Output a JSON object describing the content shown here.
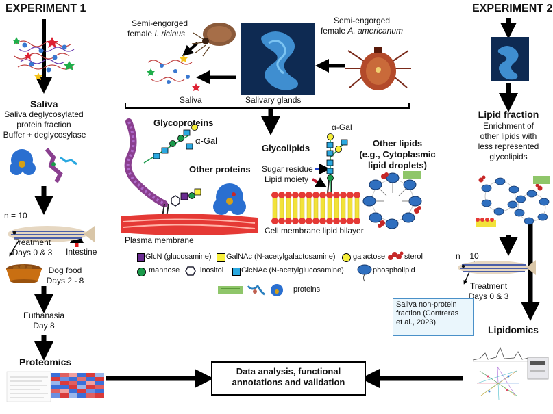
{
  "experiment1": {
    "title": "EXPERIMENT 1",
    "saliva_heading": "Saliva",
    "saliva_desc": [
      "Saliva deglycosylated",
      "protein fraction",
      "Buffer + deglycosylase"
    ],
    "n": "n = 10",
    "treatment": [
      "Treatment",
      "Days 0 & 3"
    ],
    "intestine": "Intestine",
    "dog_food": [
      "Dog food",
      "Days 2 - 8"
    ],
    "euthanasia": [
      "Euthanasia",
      "Day 8"
    ],
    "proteomics": "Proteomics"
  },
  "experiment2": {
    "title": "EXPERIMENT 2",
    "lipid_heading": "Lipid fraction",
    "lipid_desc": [
      "Enrichment of",
      "other lipids with",
      "less represented",
      "glycolipids"
    ],
    "n": "n = 10",
    "treatment": [
      "Treatment",
      "Days 0 & 3"
    ],
    "saliva_box": [
      "Saliva non-protein",
      "fraction (Contreras",
      "et al., 2023)"
    ],
    "lipidomics": "Lipidomics"
  },
  "center": {
    "tick1_label": [
      "Semi-engorged",
      "female I. ricinus"
    ],
    "tick2_label": [
      "Semi-engorged",
      "female A. americanum"
    ],
    "saliva": "Saliva",
    "salivary_glands": "Salivary glands",
    "glycoproteins": "Glycoproteins",
    "alpha_gal_1": "α-Gal",
    "other_proteins": "Other proteins",
    "plasma_membrane": "Plasma membrane",
    "glycolipids": "Glycolipids",
    "alpha_gal_2": "α-Gal",
    "sugar_residue": "Sugar residue",
    "lipid_moiety": "Lipid moiety",
    "other_lipids": [
      "Other lipids",
      "(e.g., Cytoplasmic",
      "lipid droplets)"
    ],
    "cell_membrane": "Cell membrane lipid bilayer"
  },
  "legend": {
    "glcn": "GlcN (glucosamine)",
    "galnac": "GalNAc (N-acetylgalactosamine)",
    "galactose": "galactose",
    "sterol": "sterol",
    "mannose": "mannose",
    "inositol": "inositol",
    "glcnac": "GlcNAc (N-acetylglucosamine)",
    "phospholipid": "phospholipid",
    "proteins": "proteins"
  },
  "final": [
    "Data analysis, functional",
    "annotations and validation"
  ],
  "colors": {
    "glcn": "#6a2c91",
    "galnac": "#f7ef3a",
    "galactose": "#f7ef3a",
    "mannose": "#1a9a4a",
    "glcnac": "#2aa8e0",
    "phospholipid": "#2f6fbf",
    "sterol": "#c62828",
    "membrane_red": "#e53935",
    "bilayer_yellow": "#f2e23a",
    "box_border": "#4a90c8"
  }
}
